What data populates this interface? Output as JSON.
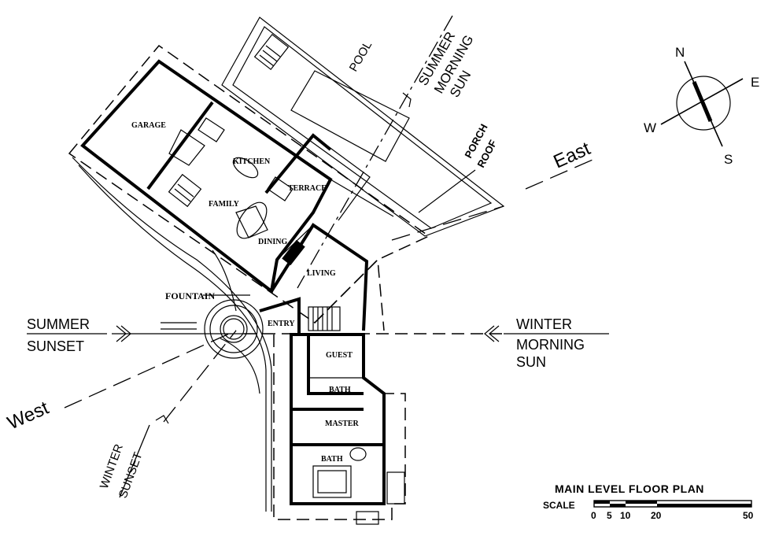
{
  "rooms": {
    "garage": "GARAGE",
    "kitchen": "KITCHEN",
    "family": "FAMILY",
    "terrace": "TERRACE",
    "dining": "DINING",
    "living": "LIVING",
    "entry": "ENTRY",
    "guest": "GUEST",
    "bath_upper": "BATH",
    "master": "MASTER",
    "bath_lower": "BATH"
  },
  "features": {
    "pool": "POOL",
    "fountain": "FOUNTAIN",
    "porch_roof_line1": "PORCH",
    "porch_roof_line2": "ROOF"
  },
  "sun": {
    "summer_morning": [
      "SUMMER",
      "MORNING",
      "SUN"
    ],
    "summer_sunset": [
      "SUMMER",
      "SUNSET"
    ],
    "winter_morning": [
      "WINTER",
      "MORNING",
      "SUN"
    ],
    "winter_sunset": [
      "WINTER",
      "SUNSET"
    ]
  },
  "directions": {
    "east": "East",
    "west": "West"
  },
  "compass": {
    "n": "N",
    "e": "E",
    "s": "S",
    "w": "W"
  },
  "title": {
    "main": "MAIN LEVEL FLOOR PLAN",
    "scale_label": "SCALE",
    "scale_ticks": [
      "0",
      "5",
      "10",
      "20",
      "50"
    ]
  }
}
